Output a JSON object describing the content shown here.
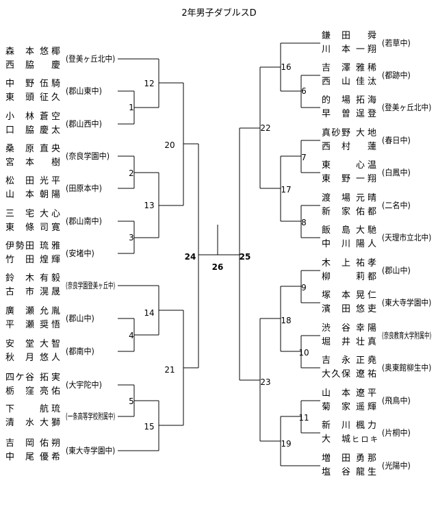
{
  "title": "2年男子ダブルスD",
  "left_entries": [
    {
      "p1": [
        "森本",
        "悠椰"
      ],
      "p2": [
        "西脇",
        "慶"
      ],
      "school": "(登美ヶ丘北中)"
    },
    {
      "p1": [
        "中野",
        "伍騎"
      ],
      "p2": [
        "東頭",
        "征久"
      ],
      "school": "(郡山東中)"
    },
    {
      "p1": [
        "小林",
        "蒼空"
      ],
      "p2": [
        "口脇",
        "慶太"
      ],
      "school": "(郡山西中)"
    },
    {
      "p1": [
        "桑原",
        "直央"
      ],
      "p2": [
        "宮本",
        "樹"
      ],
      "school": "(奈良学園中)"
    },
    {
      "p1": [
        "松田",
        "光平"
      ],
      "p2": [
        "山本",
        "朝陽"
      ],
      "school": "(田原本中)"
    },
    {
      "p1": [
        "三宅",
        "大心"
      ],
      "p2": [
        "東條",
        "司寛"
      ],
      "school": "(郡山南中)"
    },
    {
      "p1": [
        "伊勢田",
        "琉雅"
      ],
      "p2": [
        "竹田",
        "煌輝"
      ],
      "school": "(安堵中)"
    },
    {
      "p1": [
        "鈴木",
        "有毅"
      ],
      "p2": [
        "古市",
        "滉晟"
      ],
      "school": "(奈良学園登美ヶ丘中)"
    },
    {
      "p1": [
        "廣瀬",
        "允胤"
      ],
      "p2": [
        "平瀬",
        "奨悟"
      ],
      "school": "(郡山中)"
    },
    {
      "p1": [
        "安堂",
        "大智"
      ],
      "p2": [
        "秋月",
        "悠人"
      ],
      "school": "(都南中)"
    },
    {
      "p1": [
        "四ケ谷",
        "拓実"
      ],
      "p2": [
        "栃窪",
        "亮佑"
      ],
      "school": "(大宇陀中)"
    },
    {
      "p1": [
        "下",
        "航琉"
      ],
      "p2": [
        "清水",
        "大獅"
      ],
      "school": "(一条高等学校附属中)"
    },
    {
      "p1": [
        "吉岡",
        "佑朔"
      ],
      "p2": [
        "中尾",
        "優希"
      ],
      "school": "(東大寺学園中)"
    }
  ],
  "right_entries": [
    {
      "p1": [
        "鎌田",
        "舜"
      ],
      "p2": [
        "川本",
        "一翔"
      ],
      "school": "(若草中)"
    },
    {
      "p1": [
        "吉澤",
        "雅稀"
      ],
      "p2": [
        "西山",
        "佳汰"
      ],
      "school": "(都跡中)"
    },
    {
      "p1": [
        "的場",
        "拓海"
      ],
      "p2": [
        "早曽",
        "逞登"
      ],
      "school": "(登美ヶ丘北中)"
    },
    {
      "p1": [
        "真砂野",
        "大地"
      ],
      "p2": [
        "西村",
        "蓮"
      ],
      "school": "(春日中)"
    },
    {
      "p1": [
        "東",
        "心温"
      ],
      "p2": [
        "東野",
        "一翔"
      ],
      "school": "(白鳳中)"
    },
    {
      "p1": [
        "渡場",
        "元晴"
      ],
      "p2": [
        "新家",
        "佑都"
      ],
      "school": "(二名中)"
    },
    {
      "p1": [
        "飯島",
        "大馳"
      ],
      "p2": [
        "中川",
        "陽人"
      ],
      "school": "(天理市立北中)"
    },
    {
      "p1": [
        "木上",
        "祐孝"
      ],
      "p2": [
        "柳",
        "莉都"
      ],
      "school": "(郡山中)"
    },
    {
      "p1": [
        "塚本",
        "晃仁"
      ],
      "p2": [
        "濱田",
        "悠吏"
      ],
      "school": "(東大寺学園中)"
    },
    {
      "p1": [
        "渋谷",
        "幸陽"
      ],
      "p2": [
        "堀井",
        "壮真"
      ],
      "school": "(奈良教育大学附属中)"
    },
    {
      "p1": [
        "吉永",
        "正堯"
      ],
      "p2": [
        "大久保",
        "遼祐"
      ],
      "school": "(奥東館柳生中)"
    },
    {
      "p1": [
        "山本",
        "遼平"
      ],
      "p2": [
        "菊家",
        "遥輝"
      ],
      "school": "(飛鳥中)"
    },
    {
      "p1": [
        "新川",
        "楓力"
      ],
      "p2": [
        "大城",
        "ヒロキ"
      ],
      "school": "(片桐中)"
    },
    {
      "p1": [
        "増田",
        "勇那"
      ],
      "p2": [
        "塩谷",
        "龍生"
      ],
      "school": "(光陽中)"
    }
  ],
  "matches": {
    "m1": "1",
    "m2": "2",
    "m3": "3",
    "m4": "4",
    "m5": "5",
    "m6": "6",
    "m7": "7",
    "m8": "8",
    "m9": "9",
    "m10": "10",
    "m11": "11",
    "m12": "12",
    "m13": "13",
    "m14": "14",
    "m15": "15",
    "m16": "16",
    "m17": "17",
    "m18": "18",
    "m19": "19",
    "m20": "20",
    "m21": "21",
    "m22": "22",
    "m23": "23",
    "m24": "24",
    "m25": "25",
    "m26": "26"
  }
}
